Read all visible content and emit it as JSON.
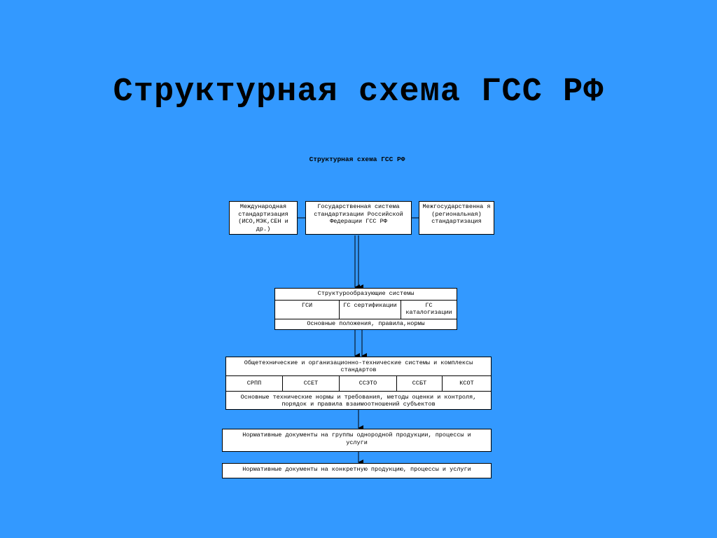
{
  "slide": {
    "title": "Структурная схема ГСС РФ"
  },
  "diagram": {
    "caption": "Структурная схема ГСС РФ",
    "top_boxes": {
      "international": "Международная стандартизация (ИСО,МЭК,СЕН и др.)",
      "state": "Государственная система стандартизации Российской Федерации ГСС РФ",
      "interstate": "Межгосударственна я (региональная) стандартизация"
    },
    "structuring": {
      "header": "Структурообразующие системы",
      "cells": [
        "ГСИ",
        "ГС сертификации",
        "ГС каталогизации"
      ],
      "footer": "Основные положения, правила,нормы"
    },
    "general_technical": {
      "header": "Общетехнические и организационно-технические системы и комплексы стандартов",
      "cells": [
        "СРПП",
        "ССЕТ",
        "ССЭТО",
        "ССБТ",
        "КСОТ"
      ],
      "footer": "Основные технические нормы и требования, методы оценки и контроля, порядок и правила взаимоотношений субъектов"
    },
    "group_docs": "Нормативные документы на группы однородной продукции, процессы и услуги",
    "specific_docs": "Нормативные документы на конкретную продукцию, процессы и услуги"
  }
}
